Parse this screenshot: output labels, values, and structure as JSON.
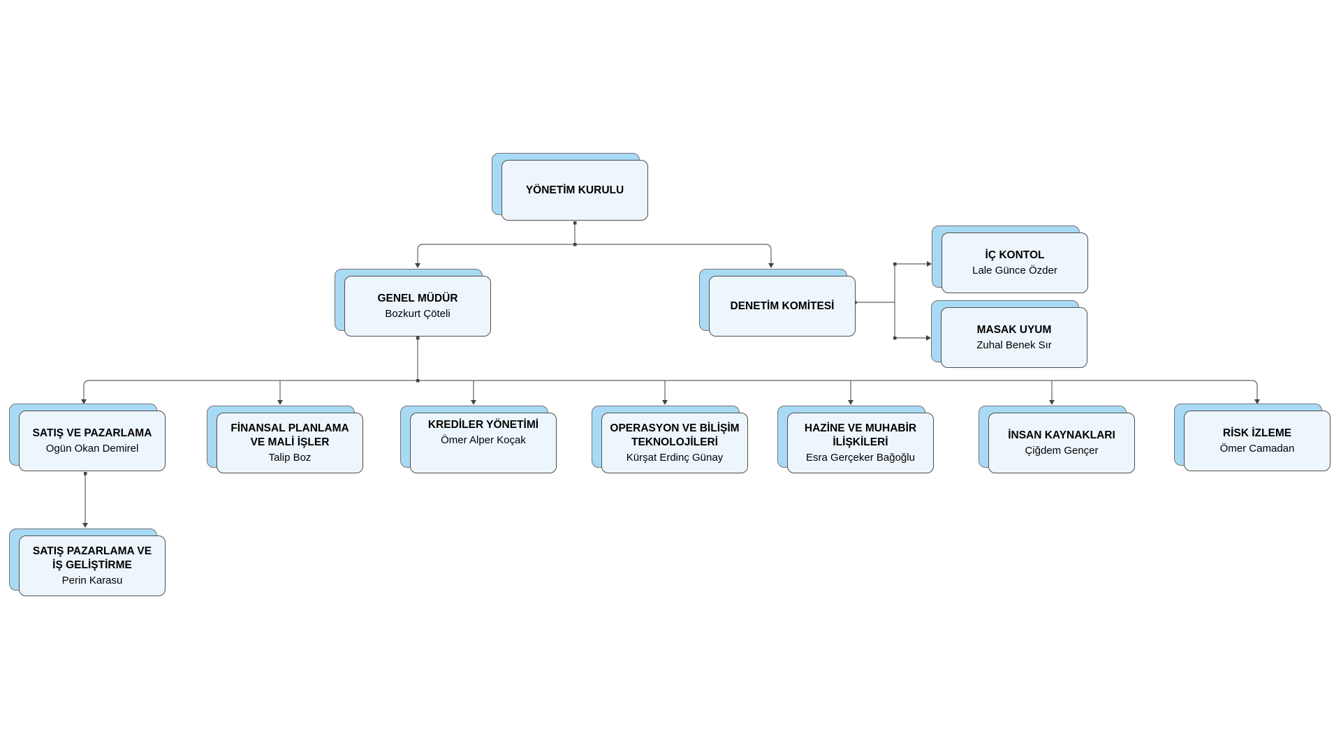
{
  "diagram": {
    "type": "org-chart",
    "colors": {
      "background": "#ffffff",
      "node_fill": "#eef6fd",
      "node_border": "#4d4d4d",
      "shadow_fill": "#a9daf5",
      "shadow_border": "#737373",
      "connector": "#616161",
      "arrow": "#424242",
      "text": "#000000"
    },
    "nodes": [
      {
        "id": "yonetim-kurulu",
        "title": "YÖNETİM KURULU"
      },
      {
        "id": "genel-mudur",
        "title": "GENEL MÜDÜR",
        "person": "Bozkurt Çöteli"
      },
      {
        "id": "denetim-komitesi",
        "title": "DENETİM KOMİTESİ"
      },
      {
        "id": "ic-kontol",
        "title": "İÇ KONTOL",
        "person": "Lale Günce Özder"
      },
      {
        "id": "masak-uyum",
        "title": "MASAK UYUM",
        "person": "Zuhal Benek Sır"
      },
      {
        "id": "satis-ve-pazarlama",
        "title": "SATIŞ VE PAZARLAMA",
        "person": "Ogün Okan Demirel"
      },
      {
        "id": "finansal-planlama-ve-mali-isler",
        "title": "FİNANSAL PLANLAMA\nVE MALİ İŞLER",
        "person": "Talip Boz"
      },
      {
        "id": "krediler-yonetimi",
        "title": "KREDİLER YÖNETİMİ",
        "person": "Ömer Alper Koçak"
      },
      {
        "id": "operasyon-ve-bilisim-teknolojileri",
        "title": "OPERASYON VE BİLİŞİM\nTEKNOLOJİLERİ",
        "person": "Kürşat Erdinç Günay"
      },
      {
        "id": "hazine-ve-muhabir-iliskileri",
        "title": "HAZİNE VE MUHABİR\nİLİŞKİLERİ",
        "person": "Esra Gerçeker Bağoğlu"
      },
      {
        "id": "insan-kaynaklari",
        "title": "İNSAN KAYNAKLARI",
        "person": "Çiğdem Gençer"
      },
      {
        "id": "risk-izleme",
        "title": "RİSK İZLEME",
        "person": "Ömer Camadan"
      },
      {
        "id": "satis-pazarlama-ve-is-gelistirme",
        "title": "SATIŞ PAZARLAMA VE\nİŞ GELİŞTİRME",
        "person": "Perin Karasu"
      }
    ],
    "edges": [
      {
        "from": "yonetim-kurulu",
        "to": "genel-mudur"
      },
      {
        "from": "yonetim-kurulu",
        "to": "denetim-komitesi"
      },
      {
        "from": "denetim-komitesi",
        "to": "ic-kontol"
      },
      {
        "from": "denetim-komitesi",
        "to": "masak-uyum"
      },
      {
        "from": "genel-mudur",
        "to": "satis-ve-pazarlama"
      },
      {
        "from": "genel-mudur",
        "to": "finansal-planlama-ve-mali-isler"
      },
      {
        "from": "genel-mudur",
        "to": "krediler-yonetimi"
      },
      {
        "from": "genel-mudur",
        "to": "operasyon-ve-bilisim-teknolojileri"
      },
      {
        "from": "genel-mudur",
        "to": "hazine-ve-muhabir-iliskileri"
      },
      {
        "from": "genel-mudur",
        "to": "insan-kaynaklari"
      },
      {
        "from": "genel-mudur",
        "to": "risk-izleme"
      },
      {
        "from": "satis-ve-pazarlama",
        "to": "satis-pazarlama-ve-is-gelistirme"
      }
    ]
  }
}
